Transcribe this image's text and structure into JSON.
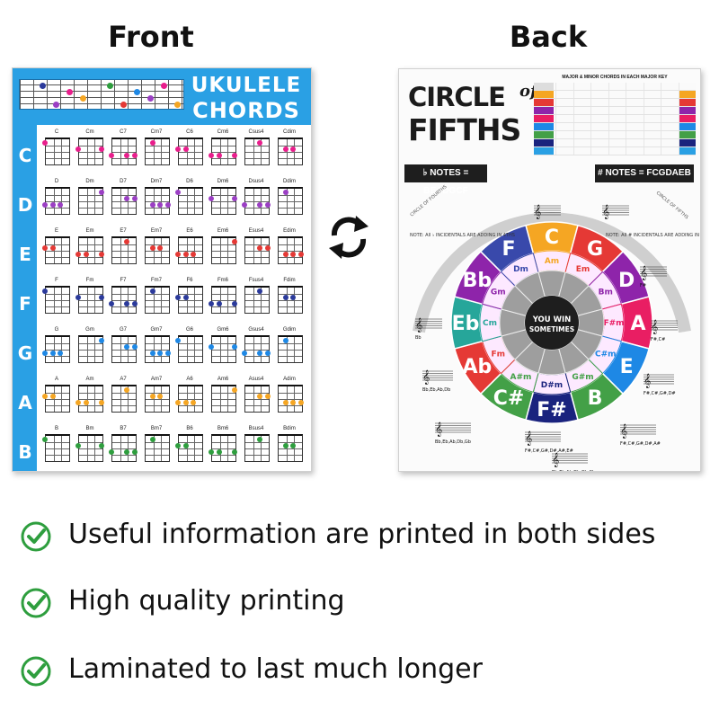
{
  "headings": {
    "front": "Front",
    "back": "Back"
  },
  "front_poster": {
    "title_line1": "UKULELE",
    "title_line2": "CHORDS",
    "colors": {
      "blue": "#2aa0e4"
    },
    "keys": [
      {
        "letter": "C",
        "color": "#e91e8c",
        "chords": [
          "C",
          "Cm",
          "C7",
          "Cm7",
          "C6",
          "Cm6",
          "Csus4",
          "Cdim"
        ]
      },
      {
        "letter": "D",
        "color": "#9b3fc4",
        "chords": [
          "D",
          "Dm",
          "D7",
          "Dm7",
          "D6",
          "Dm6",
          "Dsus4",
          "Ddim"
        ]
      },
      {
        "letter": "E",
        "color": "#e53935",
        "chords": [
          "E",
          "Em",
          "E7",
          "Em7",
          "E6",
          "Em6",
          "Esus4",
          "Edim"
        ]
      },
      {
        "letter": "F",
        "color": "#2b3a9b",
        "chords": [
          "F",
          "Fm",
          "F7",
          "Fm7",
          "F6",
          "Fm6",
          "Fsus4",
          "Fdim"
        ]
      },
      {
        "letter": "G",
        "color": "#1e88e5",
        "chords": [
          "G",
          "Gm",
          "G7",
          "Gm7",
          "G6",
          "Gm6",
          "Gsus4",
          "Gdim"
        ]
      },
      {
        "letter": "A",
        "color": "#f5a623",
        "chords": [
          "A",
          "Am",
          "A7",
          "Am7",
          "A6",
          "Am6",
          "Asus4",
          "Adim"
        ]
      },
      {
        "letter": "B",
        "color": "#2e9e3e",
        "chords": [
          "B",
          "Bm",
          "B7",
          "Bm7",
          "B6",
          "Bm6",
          "Bsus4",
          "Bdim"
        ]
      }
    ]
  },
  "back_poster": {
    "title_line1": "CIRCLE",
    "title_of": "of",
    "title_line2": "FIFTHS",
    "table_title": "MAJOR & MINOR CHORDS IN EACH MAJOR KEY",
    "flat_notes": "♭ NOTES = BEADGCF",
    "sharp_notes": "# NOTES = FCGDAEB",
    "fourths_label": "CIRCLE OF FOURTHS",
    "fifths_label": "CIRCLE OF FIFTHS",
    "fourths_note": "NOTE: All ♭ INCIDENTALS ARE ADDING IN 4THS",
    "fifths_note": "NOTE: All # INCIDENTALS ARE ADDING IN 5THS",
    "center_line1": "YOU WIN",
    "center_line2": "SOMETIMES",
    "outer_segments": [
      {
        "label": "C",
        "color": "#f5a623"
      },
      {
        "label": "G",
        "color": "#e53935"
      },
      {
        "label": "D",
        "color": "#8e24aa"
      },
      {
        "label": "A",
        "color": "#e91e63"
      },
      {
        "label": "E",
        "color": "#1e88e5"
      },
      {
        "label": "B",
        "color": "#43a047"
      },
      {
        "label": "F#",
        "color": "#1a237e"
      },
      {
        "label": "C#",
        "color": "#43a047"
      },
      {
        "label": "Ab",
        "color": "#e53935"
      },
      {
        "label": "Eb",
        "color": "#26a69a"
      },
      {
        "label": "Bb",
        "color": "#8e24aa"
      },
      {
        "label": "F",
        "color": "#3949ab"
      }
    ],
    "minor_segments": [
      "Am",
      "Em",
      "Bm",
      "F#m",
      "C#m",
      "G#m",
      "D#m",
      "A#m",
      "Fm",
      "Cm",
      "Gm",
      "Dm"
    ],
    "sharp_note_labels": [
      "F#",
      "F#,C#",
      "F#,C#,G#,D#",
      "F#,C#,G#,D#,A#",
      "F#,C#,G#,D#,A#,E#"
    ],
    "flat_note_labels": [
      "Bb",
      "Bb,Eb,Ab,Db",
      "Bb,Eb,Ab,Db,Gb",
      "Bb,Eb,Ab,Db,Gb,Cb"
    ]
  },
  "features": [
    "Useful information are printed in both sides",
    "High quality printing",
    "Laminated to last much longer"
  ],
  "colors": {
    "check": "#2e9e3e"
  }
}
